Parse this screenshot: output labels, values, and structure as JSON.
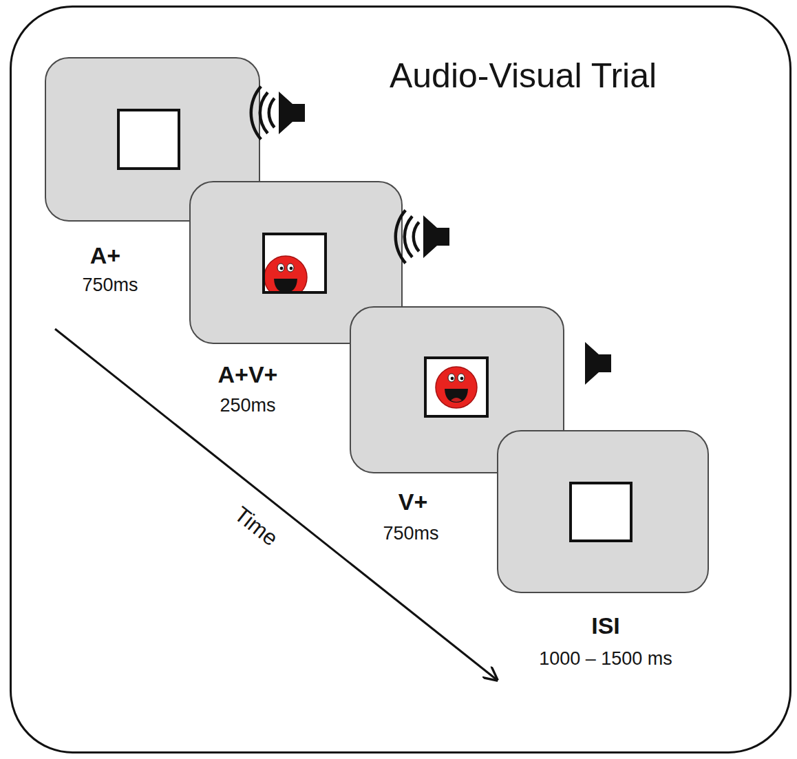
{
  "diagram": {
    "nodes": [
      {
        "text": [
          "Audio-Visual Trial"
        ]
      },
      {
        "text": [
          "A+",
          "750ms"
        ],
        "in": 0
      },
      {
        "text": [
          "A+V+",
          "250ms"
        ],
        "in": 0
      },
      {
        "text": [
          "V+",
          "750ms"
        ],
        "in": 0
      },
      {
        "text": [
          "ISI",
          "1000 – 1500 ms"
        ],
        "in": 0
      }
    ],
    "labels": [
      "Time"
    ]
  }
}
